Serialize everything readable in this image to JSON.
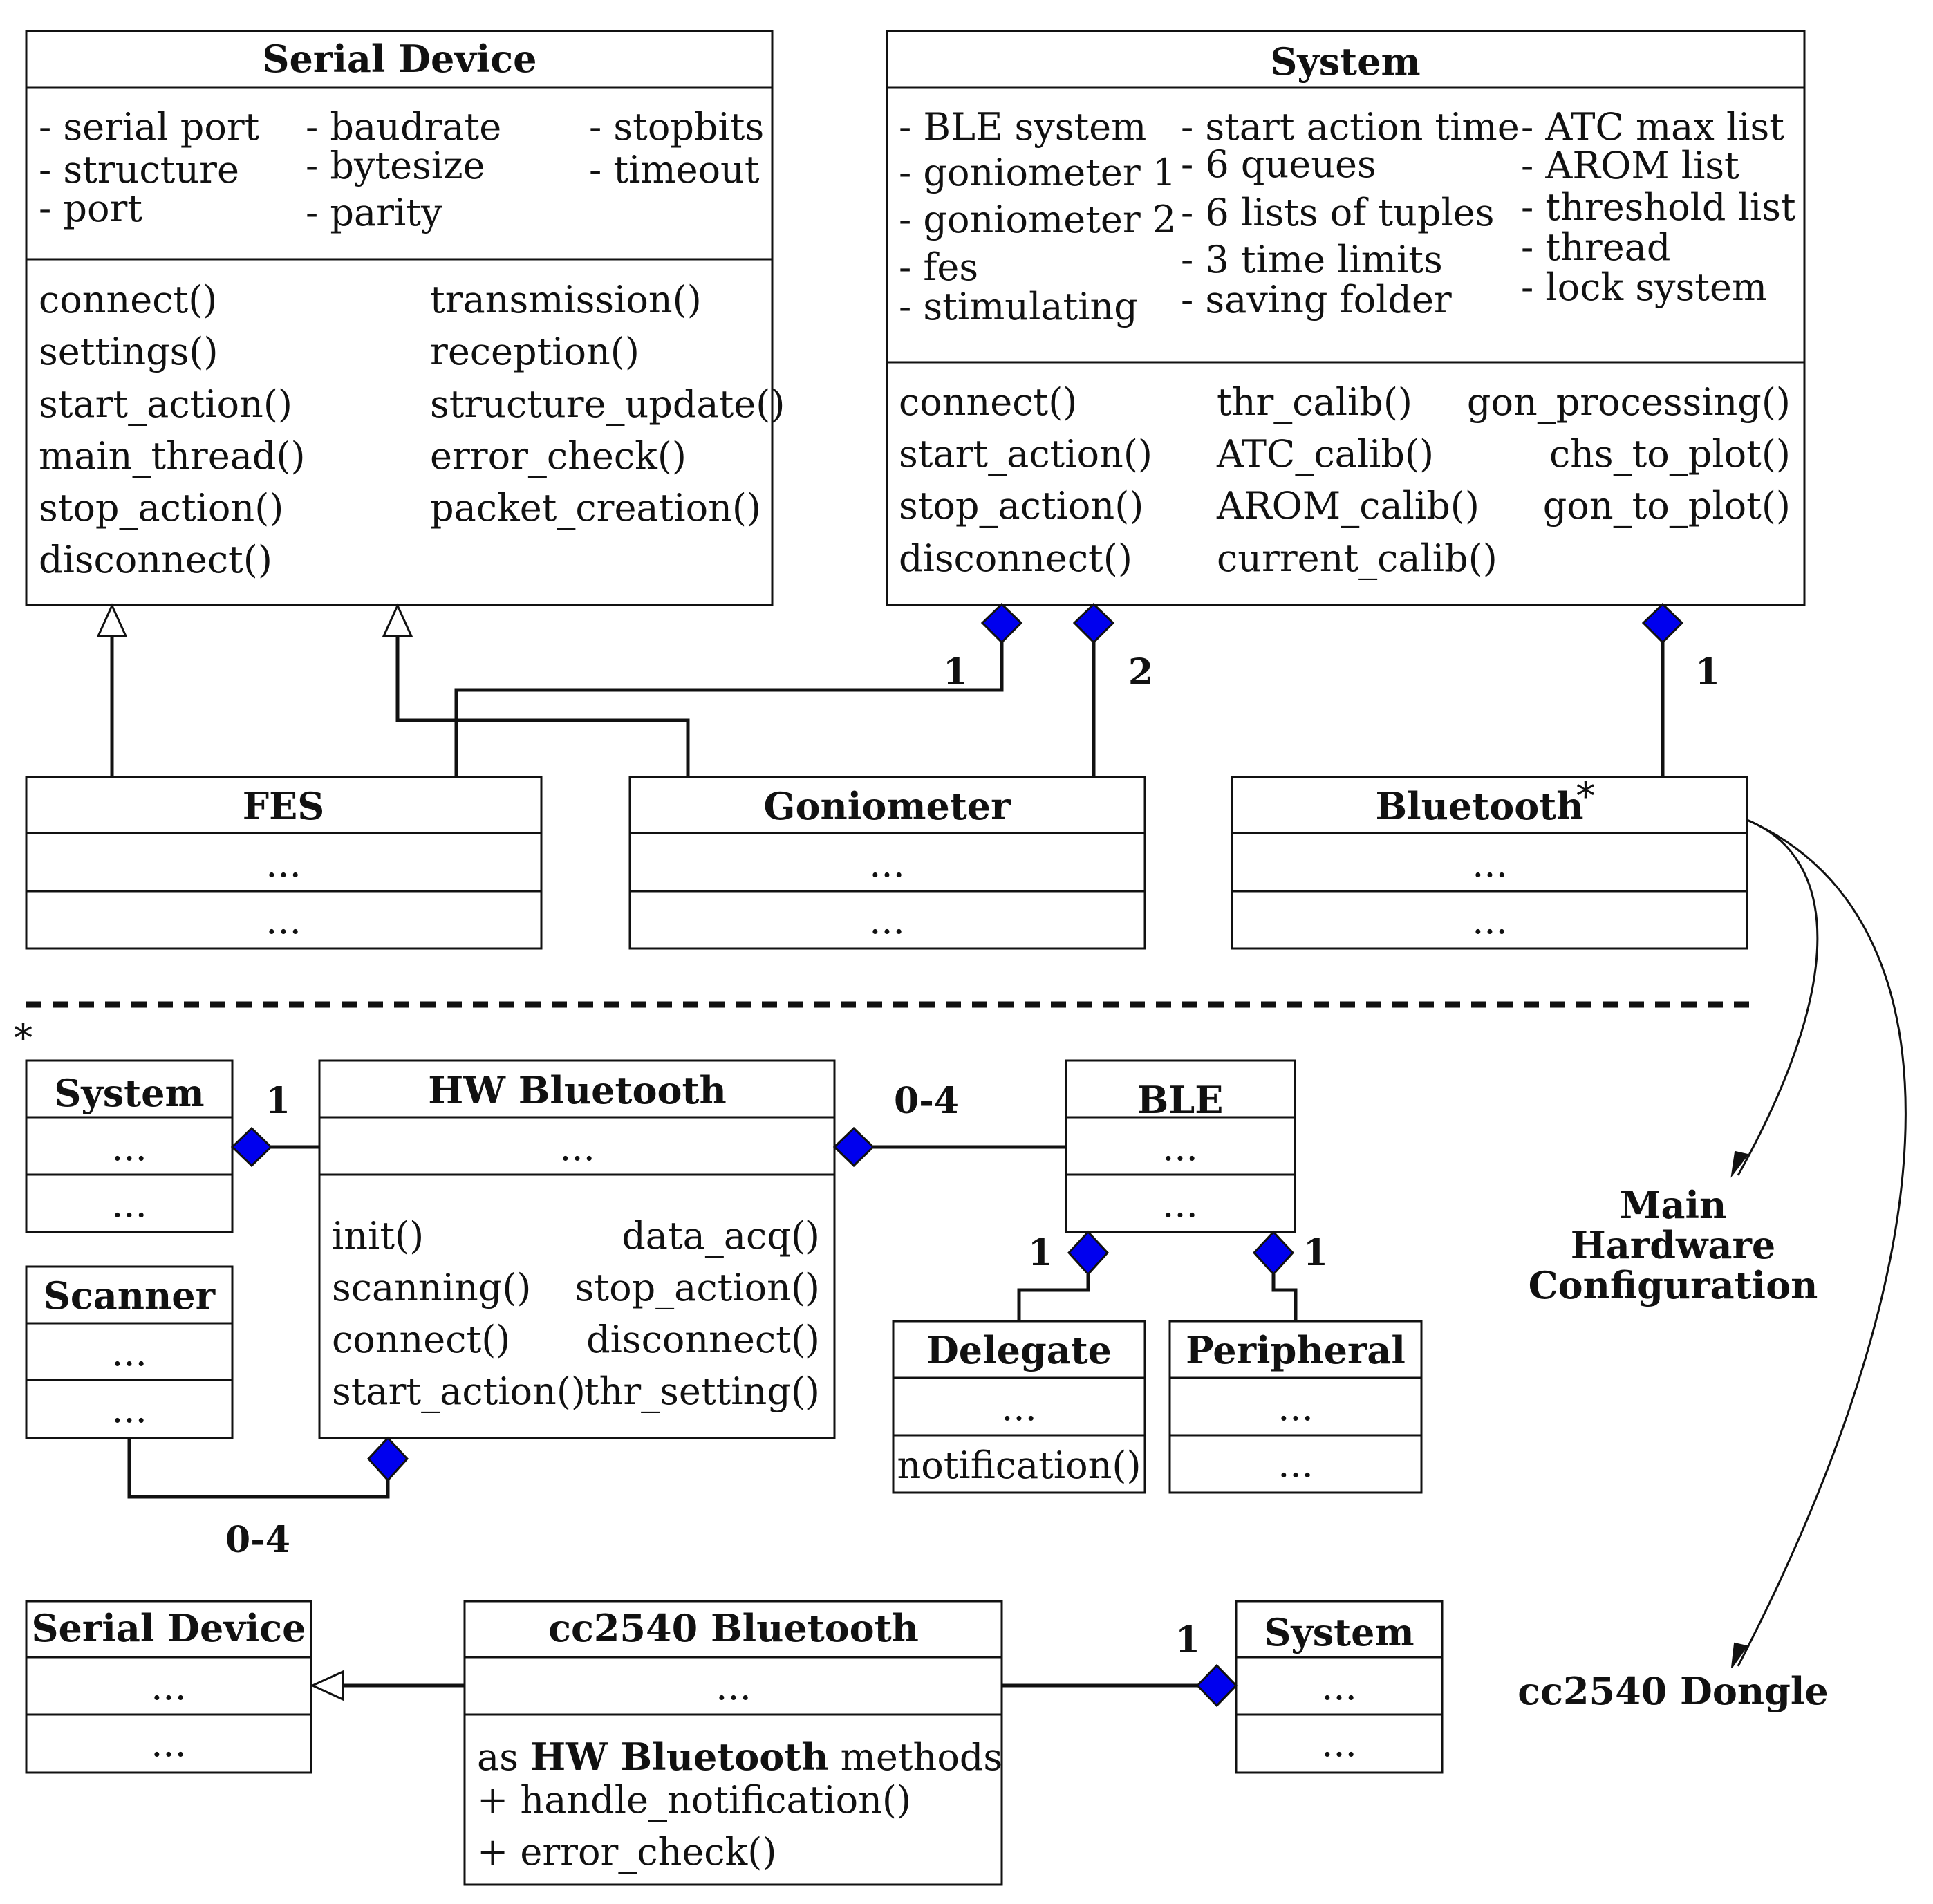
{
  "serial_device": {
    "title": "Serial Device",
    "attributes": [
      "- serial port",
      "- structure",
      "- port",
      "- baudrate",
      "- bytesize",
      "- parity",
      "- stopbits",
      "- timeout"
    ],
    "methods": [
      "connect()",
      "settings()",
      "start_action()",
      "main_thread()",
      "stop_action()",
      "disconnect()",
      "transmission()",
      "reception()",
      "structure_update()",
      "error_check()",
      "packet_creation()"
    ]
  },
  "system": {
    "title": "System",
    "attributes": [
      "- BLE system",
      "- goniometer 1",
      "- goniometer 2",
      "- fes",
      "- stimulating",
      "- start action time",
      "- 6 queues",
      "- 6 lists of tuples",
      "- 3 time limits",
      "- saving folder",
      "- ATC max list",
      "- AROM list",
      "- threshold list",
      "- thread",
      "- lock system"
    ],
    "methods": [
      "connect()",
      "start_action()",
      "stop_action()",
      "disconnect()",
      "thr_calib()",
      "ATC_calib()",
      "AROM_calib()",
      "current_calib()",
      "gon_processing()",
      "chs_to_plot()",
      "gon_to_plot()"
    ]
  },
  "fes": {
    "title": "FES",
    "attributes": "...",
    "methods": "..."
  },
  "goniometer": {
    "title": "Goniometer",
    "attributes": "...",
    "methods": "..."
  },
  "bluetooth": {
    "title": "Bluetooth",
    "marker": "*",
    "attributes": "...",
    "methods": "..."
  },
  "multiplicities": {
    "fes": "1",
    "goniometer": "2",
    "bluetooth": "1"
  },
  "separator_marker": "*",
  "main_hw": {
    "caption": [
      "Main",
      "Hardware",
      "Configuration"
    ],
    "system_box": {
      "title": "System",
      "attributes": "...",
      "methods": "..."
    },
    "scanner_box": {
      "title": "Scanner",
      "attributes": "...",
      "methods": "..."
    },
    "hw_bluetooth": {
      "title": "HW Bluetooth",
      "attributes": "...",
      "methods": [
        "init()",
        "scanning()",
        "connect()",
        "start_action()",
        "data_acq()",
        "stop_action()",
        "disconnect()",
        "thr_setting()"
      ]
    },
    "ble": {
      "title": "BLE",
      "attributes": "...",
      "methods": "..."
    },
    "delegate": {
      "title": "Delegate",
      "attributes": "...",
      "methods": "notification()"
    },
    "peripheral": {
      "title": "Peripheral",
      "attributes": "...",
      "methods": "..."
    },
    "multiplicities": {
      "system": "1",
      "ble": "0-4",
      "scanner": "0-4",
      "delegate": "1",
      "peripheral": "1"
    }
  },
  "dongle": {
    "caption": "cc2540 Dongle",
    "serial_device_box": {
      "title": "Serial Device",
      "attributes": "...",
      "methods": "..."
    },
    "cc2540": {
      "title": "cc2540 Bluetooth",
      "attributes": "...",
      "methods_prefix": "as",
      "methods_bold": "HW Bluetooth",
      "methods_suffix": "methods",
      "extra_methods": [
        "+ handle_notification()",
        "+ error_check()"
      ]
    },
    "system_box": {
      "title": "System",
      "attributes": "...",
      "methods": "..."
    },
    "multiplicities": {
      "system": "1"
    }
  },
  "colors": {
    "composition_diamond": "#0000ee",
    "line": "#111111"
  }
}
